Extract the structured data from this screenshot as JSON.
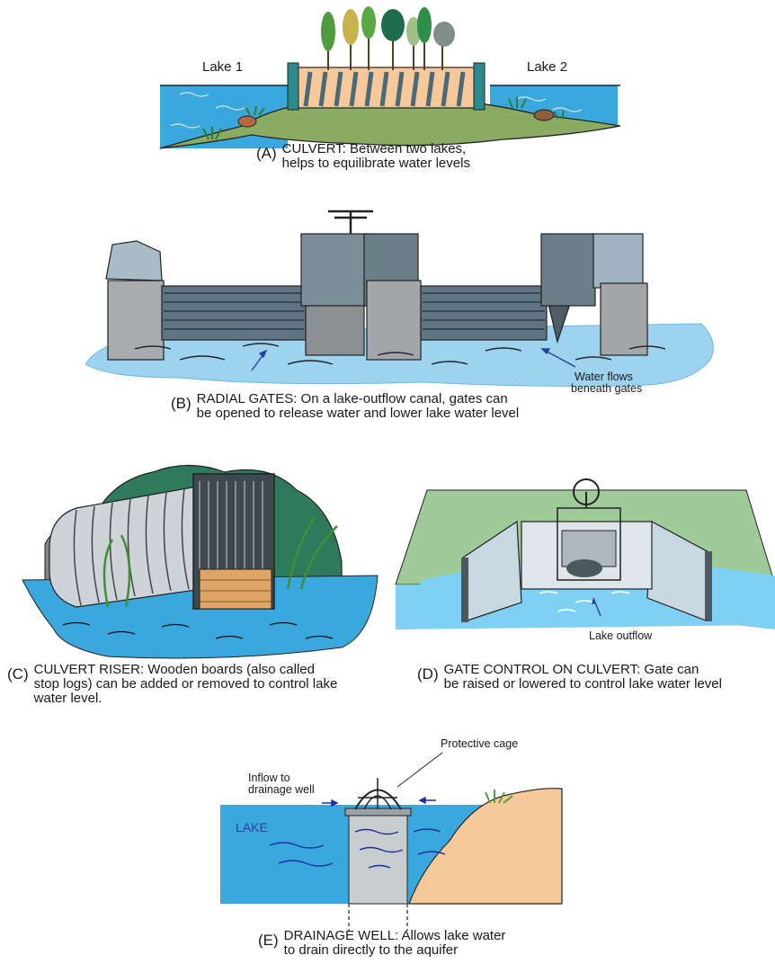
{
  "panel_a": {
    "lake1": "Lake 1",
    "lake2": "Lake 2",
    "letter": "(A)",
    "caption_line1": "CULVERT: Between two lakes,",
    "caption_line2": "helps to equilibrate water levels"
  },
  "panel_b": {
    "note_line1": "Water flows",
    "note_line2": "beneath gates",
    "letter": "(B)",
    "caption_line1": "RADIAL GATES: On a lake-outflow canal, gates can",
    "caption_line2": "be opened to release water and lower lake water level"
  },
  "panel_c": {
    "letter": "(C)",
    "caption_line1": "CULVERT RISER: Wooden boards (also called",
    "caption_line2": "stop logs) can be added or removed to control lake",
    "caption_line3": "water level."
  },
  "panel_d": {
    "note": "Lake outflow",
    "letter": "(D)",
    "caption_line1": "GATE CONTROL ON CULVERT: Gate can",
    "caption_line2": "be raised or lowered to control lake water level"
  },
  "panel_e": {
    "cage_label": "Protective cage",
    "inflow_line1": "Inflow to",
    "inflow_line2": "drainage well",
    "lake_label": "LAKE",
    "letter": "(E)",
    "caption_line1": "DRAINAGE WELL: Allows lake water",
    "caption_line2": "to drain directly to the aquifer"
  },
  "colors": {
    "water": "#3aa8dc",
    "water_light": "#9dd3ef",
    "soil": "#f7c99a",
    "grass": "#8aab62",
    "concrete": "#8f9ca6",
    "gate_teal": "#2b8a8e"
  }
}
